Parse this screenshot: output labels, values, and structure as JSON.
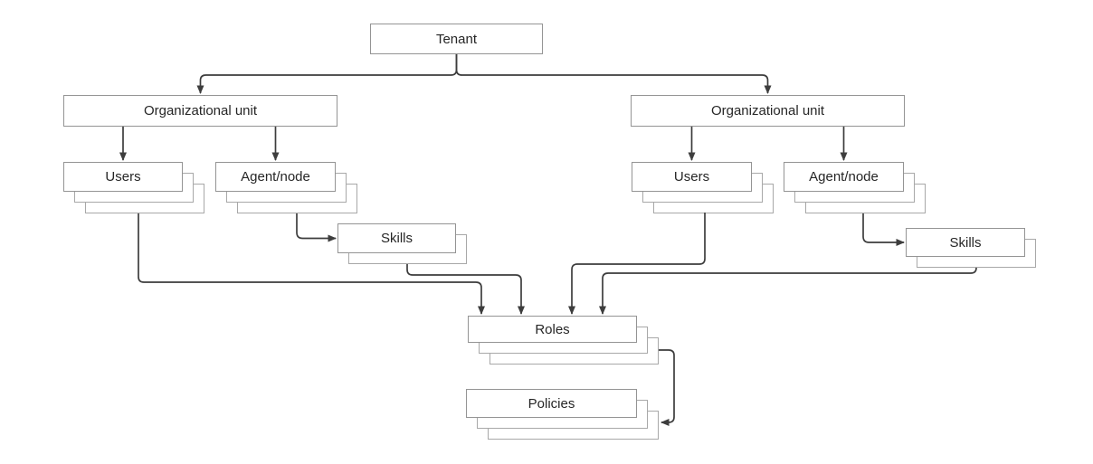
{
  "diagram": {
    "background": "#ffffff",
    "colors": {
      "box_fill": "#ffffff",
      "box_border": "#949494",
      "stack_layer_border": "#a8a8a8",
      "connector": "#3d3d3d",
      "text": "#262626"
    },
    "nodes": {
      "tenant": {
        "label": "Tenant",
        "instances": 1
      },
      "ou_left": {
        "label": "Organizational unit",
        "instances": 1
      },
      "users_left": {
        "label": "Users",
        "instances": 3
      },
      "agent_left": {
        "label": "Agent/node",
        "instances": 3
      },
      "skills_left": {
        "label": "Skills",
        "instances": 2
      },
      "ou_right": {
        "label": "Organizational unit",
        "instances": 1
      },
      "users_right": {
        "label": "Users",
        "instances": 3
      },
      "agent_right": {
        "label": "Agent/node",
        "instances": 3
      },
      "skills_right": {
        "label": "Skills",
        "instances": 2
      },
      "roles": {
        "label": "Roles",
        "instances": 3
      },
      "policies": {
        "label": "Policies",
        "instances": 3
      }
    },
    "edges": [
      {
        "from": "tenant",
        "to": "ou_left"
      },
      {
        "from": "tenant",
        "to": "ou_right"
      },
      {
        "from": "ou_left",
        "to": "users_left"
      },
      {
        "from": "ou_left",
        "to": "agent_left"
      },
      {
        "from": "ou_right",
        "to": "users_right"
      },
      {
        "from": "ou_right",
        "to": "agent_right"
      },
      {
        "from": "agent_left",
        "to": "skills_left"
      },
      {
        "from": "agent_right",
        "to": "skills_right"
      },
      {
        "from": "users_left",
        "to": "roles"
      },
      {
        "from": "skills_left",
        "to": "roles"
      },
      {
        "from": "users_right",
        "to": "roles"
      },
      {
        "from": "skills_right",
        "to": "roles"
      },
      {
        "from": "roles",
        "to": "policies"
      }
    ]
  }
}
